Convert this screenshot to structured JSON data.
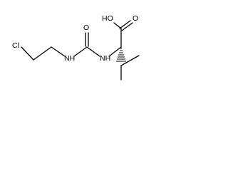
{
  "molecule": {
    "labels": {
      "hydroxyl": "HO",
      "acid_oxygen": "O",
      "urea_oxygen": "O",
      "amide_nh_left": "NH",
      "amide_nh_right": "NH",
      "chlorine": "Cl"
    }
  }
}
